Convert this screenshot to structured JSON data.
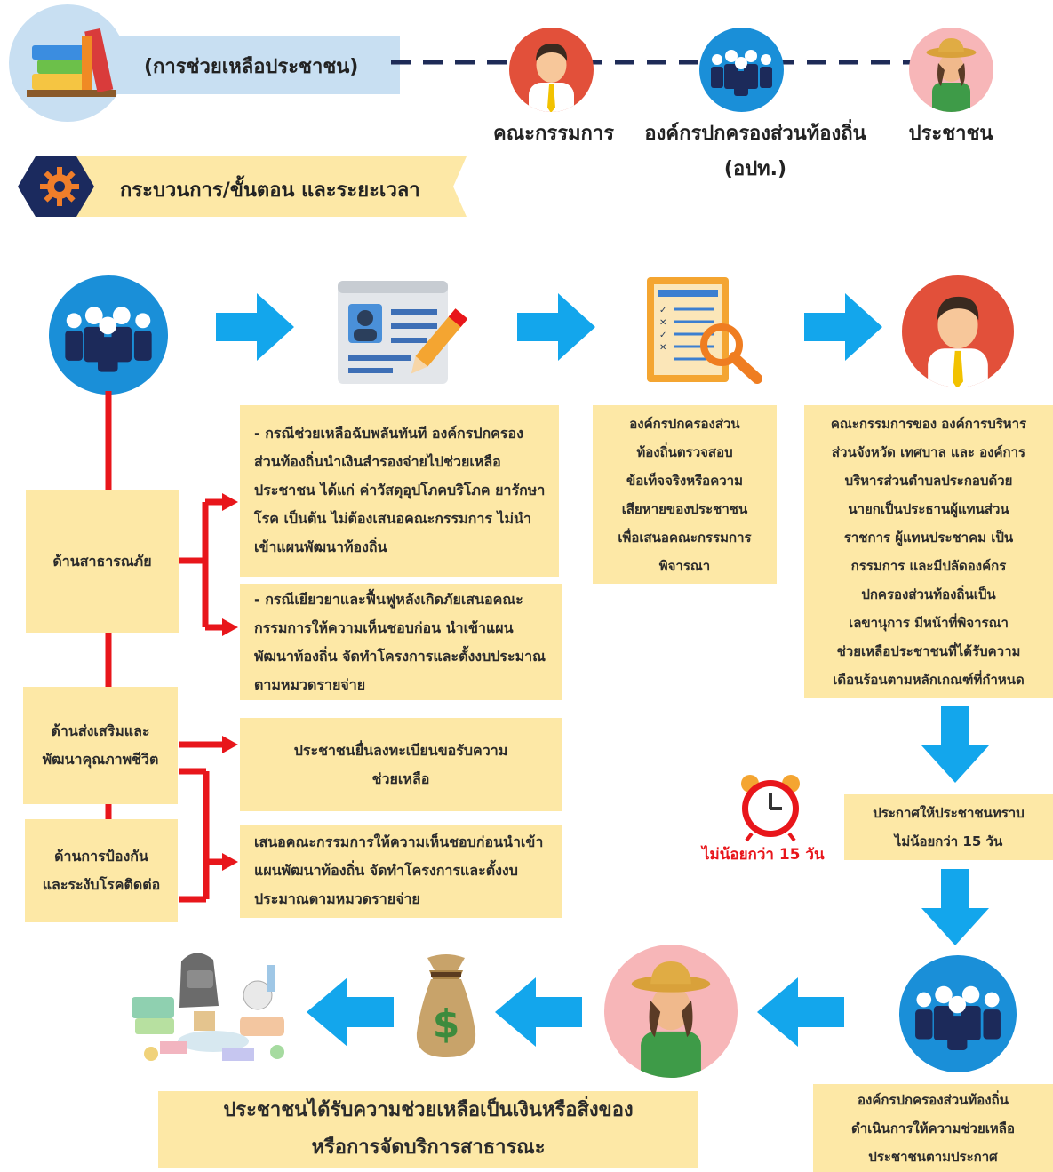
{
  "header": {
    "title": "(การช่วยเหลือประชาชน)",
    "icon": "books-icon"
  },
  "roles": [
    {
      "label": "คณะกรรมการ",
      "icon": "official-icon"
    },
    {
      "label": "องค์กรปกครองส่วนท้องถิ่น\n(อปท.)",
      "icon": "group-icon"
    },
    {
      "label": "ประชาชน",
      "icon": "farmer-icon"
    }
  ],
  "process": {
    "title": "กระบวนการ/ขั้นตอน และระยะเวลา",
    "icon": "gear-icon"
  },
  "categories": [
    {
      "label": "ด้านสาธารณภัย"
    },
    {
      "label": "ด้านส่งเสริมและ\nพัฒนาคุณภาพชีวิต"
    },
    {
      "label": "ด้านการป้องกัน\nและระงับโรคติดต่อ"
    }
  ],
  "details": {
    "emergency": "- กรณีช่วยเหลือฉับพลันทันที องค์กรปกครองส่วนท้องถิ่นนำเงินสำรองจ่ายไปช่วยเหลือประชาชน ได้แก่ ค่าวัสดุอุปโภคบริโภค ยารักษาโรค เป็นต้น ไม่ต้องเสนอคณะกรรมการ ไม่นำเข้าแผนพัฒนาท้องถิ่น",
    "recovery": "- กรณีเยียวยาและฟื้นฟูหลังเกิดภัยเสนอคณะกรรมการให้ความเห็นชอบก่อน นำเข้าแผนพัฒนาท้องถิ่น จัดทำโครงการและตั้งงบประมาณตามหมวดรายจ่าย",
    "register": "ประชาชนยื่นลงทะเบียนขอรับความ\nช่วยเหลือ",
    "propose": "เสนอคณะกรรมการให้ความเห็นชอบก่อนนำเข้าแผนพัฒนาท้องถิ่น จัดทำโครงการและตั้งงบประมาณตามหมวดรายจ่าย"
  },
  "steps": {
    "verify": "องค์กรปกครองส่วน\nท้องถิ่นตรวจสอบ\nข้อเท็จจริงหรือความ\nเสียหายของประชาชน\nเพื่อเสนอคณะกรรมการ\nพิจารณา",
    "committee": "คณะกรรมการของ องค์การบริหาร\nส่วนจังหวัด เทศบาล และ องค์การ\nบริหารส่วนตำบลประกอบด้วย\nนายกเป็นประธานผู้แทนส่วน\nราชการ ผู้แทนประชาคม เป็น\nกรรมการ และมีปลัดองค์กร\nปกครองส่วนท้องถิ่นเป็น\nเลขานุการ มีหน้าที่พิจารณา\nช่วยเหลือประชาชนที่ได้รับความ\nเดือนร้อนตามหลักเกณฑ์ที่กำหนด",
    "announce": "ประกาศให้ประชาชนทราบ\nไม่น้อยกว่า 15 วัน",
    "timer_label": "ไม่น้อยกว่า 15 วัน",
    "assist": "องค์กรปกครองส่วนท้องถิ่น\nดำเนินการให้ความช่วยเหลือ\nประชาชนตามประกาศ",
    "result": "ประชาชนได้รับความช่วยเหลือเป็นเงินหรือสิ่งของ\nหรือการจัดบริการสาธารณะ"
  },
  "colors": {
    "box": "#fde8a6",
    "arrow": "#13a6ec",
    "connector": "#e8161b",
    "dashed": "#1e2b57",
    "timer_text": "#e8161b"
  }
}
